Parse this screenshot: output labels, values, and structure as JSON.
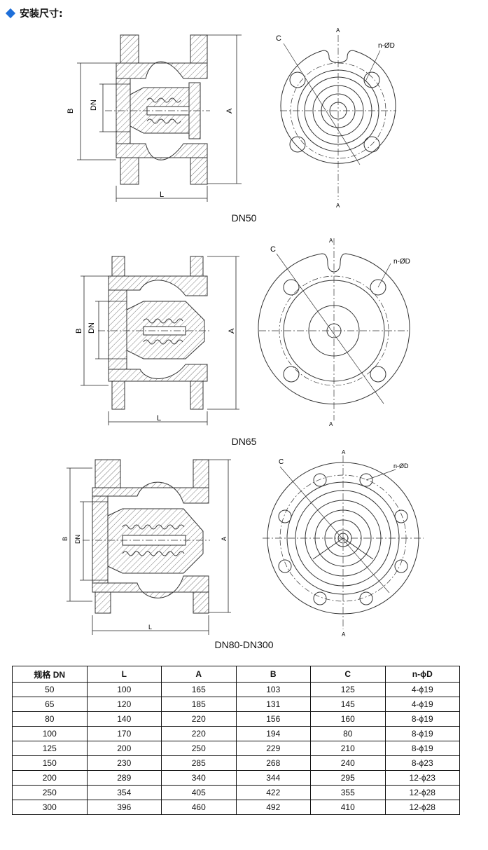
{
  "header": {
    "title": "安装尺寸:",
    "icon": "diamond-bullet-icon",
    "accent": "#1e6fd9"
  },
  "drawings": [
    {
      "caption": "DN50",
      "labels": {
        "b": "B",
        "dn": "DN",
        "a": "A",
        "l": "L",
        "c": "C",
        "nd": "n-ØD",
        "sec": "A"
      }
    },
    {
      "caption": "DN65",
      "labels": {
        "b": "B",
        "dn": "DN",
        "a": "A",
        "l": "L",
        "c": "C",
        "nd": "n-ØD",
        "sec": "A"
      }
    },
    {
      "caption": "DN80-DN300",
      "labels": {
        "b": "B",
        "dn": "DN",
        "a": "A",
        "l": "L",
        "c": "C",
        "nd": "n-ØD",
        "sec": "A"
      }
    }
  ],
  "table": {
    "headers": [
      "规格 DN",
      "L",
      "A",
      "B",
      "C",
      "n-ϕD"
    ],
    "rows": [
      [
        "50",
        "100",
        "165",
        "103",
        "125",
        "4-ϕ19"
      ],
      [
        "65",
        "120",
        "185",
        "131",
        "145",
        "4-ϕ19"
      ],
      [
        "80",
        "140",
        "220",
        "156",
        "160",
        "8-ϕ19"
      ],
      [
        "100",
        "170",
        "220",
        "194",
        "80",
        "8-ϕ19"
      ],
      [
        "125",
        "200",
        "250",
        "229",
        "210",
        "8-ϕ19"
      ],
      [
        "150",
        "230",
        "285",
        "268",
        "240",
        "8-ϕ23"
      ],
      [
        "200",
        "289",
        "340",
        "344",
        "295",
        "12-ϕ23"
      ],
      [
        "250",
        "354",
        "405",
        "422",
        "355",
        "12-ϕ28"
      ],
      [
        "300",
        "396",
        "460",
        "492",
        "410",
        "12-ϕ28"
      ]
    ]
  }
}
